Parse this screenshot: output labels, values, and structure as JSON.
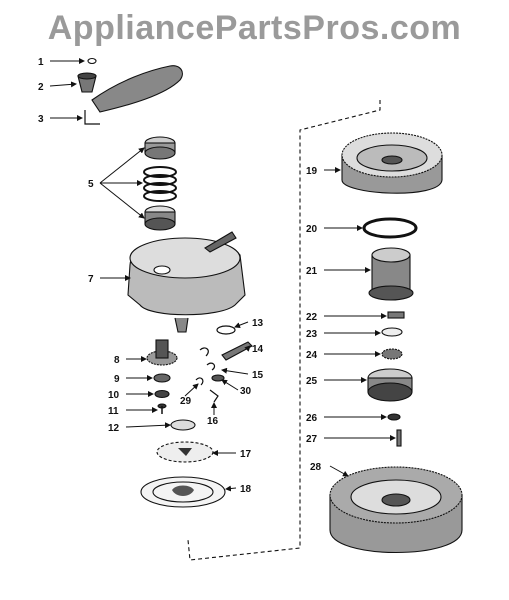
{
  "watermark": "AppliancePartsPros.com",
  "labels": {
    "p1": "1",
    "p2": "2",
    "p3": "3",
    "p5": "5",
    "p7": "7",
    "p8": "8",
    "p9": "9",
    "p10": "10",
    "p11": "11",
    "p12": "12",
    "p13": "13",
    "p14": "14",
    "p15": "15",
    "p16": "16",
    "p17": "17",
    "p18": "18",
    "p19": "19",
    "p20": "20",
    "p21": "21",
    "p22": "22",
    "p23": "23",
    "p24": "24",
    "p25": "25",
    "p26": "26",
    "p27": "27",
    "p28": "28",
    "p29": "29",
    "p30": "30"
  }
}
